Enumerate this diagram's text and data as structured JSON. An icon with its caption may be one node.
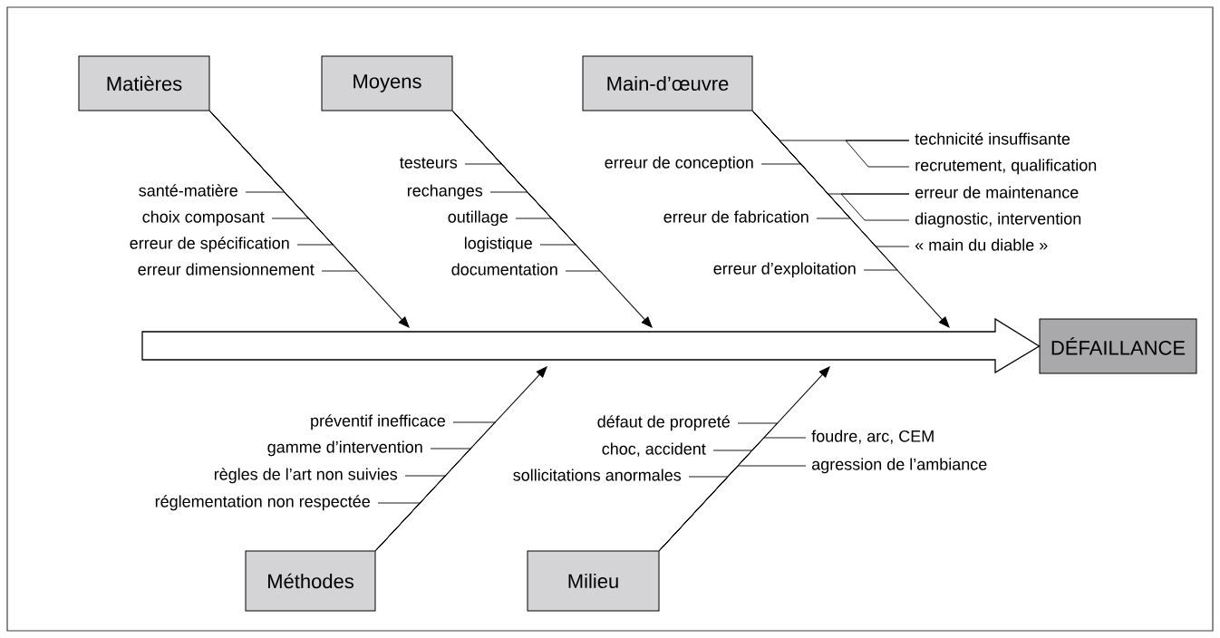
{
  "diagram": {
    "nodes": [
      {
        "text": [
          "Matières"
        ]
      },
      {
        "text": [
          "Moyens"
        ]
      },
      {
        "text": [
          "Main-d’œuvre"
        ]
      },
      {
        "text": [
          "DÉFAILLANCE"
        ]
      },
      {
        "text": [
          "Méthodes"
        ]
      },
      {
        "text": [
          "Milieu"
        ]
      },
      {
        "text": [
          "santé-matière"
        ]
      },
      {
        "text": [
          "choix composant"
        ]
      },
      {
        "text": [
          "erreur de spécification"
        ]
      },
      {
        "text": [
          "erreur dimensionnement"
        ]
      },
      {
        "text": [
          "testeurs"
        ]
      },
      {
        "text": [
          "rechanges"
        ]
      },
      {
        "text": [
          "outillage"
        ]
      },
      {
        "text": [
          "logistique"
        ]
      },
      {
        "text": [
          "documentation"
        ]
      },
      {
        "text": [
          "erreur de conception"
        ]
      },
      {
        "text": [
          "erreur de fabrication"
        ]
      },
      {
        "text": [
          "erreur d’exploitation"
        ]
      },
      {
        "text": [
          "technicité insuffisante"
        ]
      },
      {
        "text": [
          "recrutement, qualification"
        ]
      },
      {
        "text": [
          "erreur de maintenance"
        ]
      },
      {
        "text": [
          "diagnostic, intervention"
        ]
      },
      {
        "text": [
          "« main du diable »"
        ]
      },
      {
        "text": [
          "préventif inefficace"
        ]
      },
      {
        "text": [
          "gamme d’intervention"
        ]
      },
      {
        "text": [
          "règles de l’art non suivies"
        ]
      },
      {
        "text": [
          "réglementation non respectée"
        ]
      },
      {
        "text": [
          "défaut de propreté"
        ]
      },
      {
        "text": [
          "choc, accident"
        ]
      },
      {
        "text": [
          "sollicitations anormales"
        ]
      },
      {
        "text": [
          "foudre, arc, CEM"
        ]
      },
      {
        "text": [
          "agression de l’ambiance"
        ]
      }
    ],
    "edges": [
      {
        "from": null,
        "to": 3,
        "arrow": "to"
      },
      {
        "from": 0,
        "to": null,
        "arrow": "to"
      },
      {
        "from": 1,
        "to": null,
        "arrow": "to"
      },
      {
        "from": 2,
        "to": null,
        "arrow": "to"
      },
      {
        "from": 4,
        "to": null,
        "arrow": "to"
      },
      {
        "from": 5,
        "to": null,
        "arrow": "to"
      },
      {
        "from": 6,
        "to": 0,
        "arrow": "none"
      },
      {
        "from": 7,
        "to": 0,
        "arrow": "none"
      },
      {
        "from": 8,
        "to": 0,
        "arrow": "none"
      },
      {
        "from": 9,
        "to": 0,
        "arrow": "none"
      },
      {
        "from": 10,
        "to": 1,
        "arrow": "none"
      },
      {
        "from": 11,
        "to": 1,
        "arrow": "none"
      },
      {
        "from": 12,
        "to": 1,
        "arrow": "none"
      },
      {
        "from": 13,
        "to": 1,
        "arrow": "none"
      },
      {
        "from": 14,
        "to": 1,
        "arrow": "none"
      },
      {
        "from": 15,
        "to": 2,
        "arrow": "none"
      },
      {
        "from": 16,
        "to": 2,
        "arrow": "none"
      },
      {
        "from": 17,
        "to": 2,
        "arrow": "none"
      },
      {
        "from": 18,
        "to": 2,
        "arrow": "none"
      },
      {
        "from": 19,
        "to": 18,
        "arrow": "none"
      },
      {
        "from": 20,
        "to": 2,
        "arrow": "none"
      },
      {
        "from": 21,
        "to": 20,
        "arrow": "none"
      },
      {
        "from": 22,
        "to": 2,
        "arrow": "none"
      },
      {
        "from": 23,
        "to": 4,
        "arrow": "none"
      },
      {
        "from": 24,
        "to": 4,
        "arrow": "none"
      },
      {
        "from": 25,
        "to": 4,
        "arrow": "none"
      },
      {
        "from": 26,
        "to": 4,
        "arrow": "none"
      },
      {
        "from": 27,
        "to": 5,
        "arrow": "none"
      },
      {
        "from": 28,
        "to": 5,
        "arrow": "none"
      },
      {
        "from": 29,
        "to": 5,
        "arrow": "none"
      },
      {
        "from": 30,
        "to": 5,
        "arrow": "none"
      },
      {
        "from": 31,
        "to": 5,
        "arrow": "none"
      }
    ]
  }
}
